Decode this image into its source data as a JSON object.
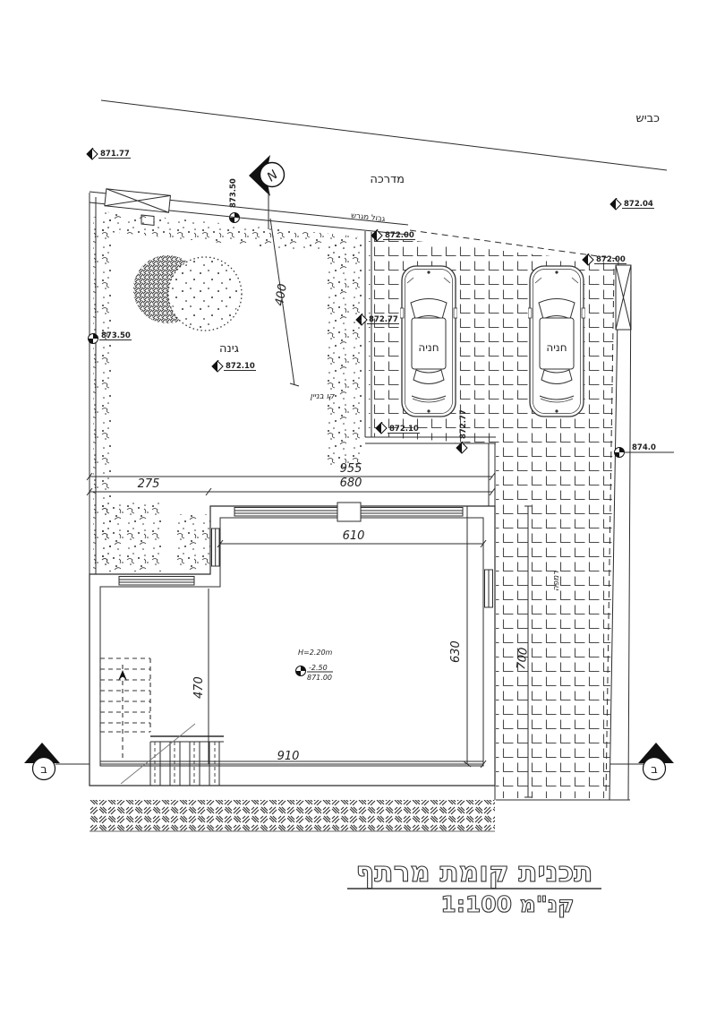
{
  "drawing": {
    "title": "תכנית קומת מרתף",
    "scale": "קנ\"מ 1:100",
    "labels": {
      "road": "כביש",
      "sidewalk": "מדרכה",
      "plot_boundary": "גבול מגרש",
      "garden": "גינה",
      "parking_stall_1": "חניה",
      "parking_stall_2": "חניה",
      "building_line": "קו בניין",
      "ramp": "רמפה",
      "room_height": "H=2.20m",
      "north_letter": "N",
      "section_letter_left": "ב",
      "section_letter_right": "ב"
    },
    "dimensions": {
      "plot_top_width": "955",
      "garden_left_width": "275",
      "building_top_width": "680",
      "room_width": "610",
      "room_depth": "630",
      "stair_bay_depth": "470",
      "room_bottom_width": "910",
      "building_setback": "400",
      "ramp_length": "700"
    },
    "elevations": {
      "road_left": "871.77",
      "wall_top": "873.50",
      "garden_west": "873.50",
      "road_right": "872.04",
      "parking_nw": "872.00",
      "parking_ne": "872.00",
      "parking_west": "872.77",
      "parking_south": "872.77",
      "parking_sw": "872.10",
      "garden_spot": "872.10",
      "ramp_east": "874.0",
      "floor_relative": "-2.50",
      "floor_absolute": "871.00"
    },
    "colors": {
      "line": "#2b2b2b",
      "paper": "#ffffff"
    }
  }
}
